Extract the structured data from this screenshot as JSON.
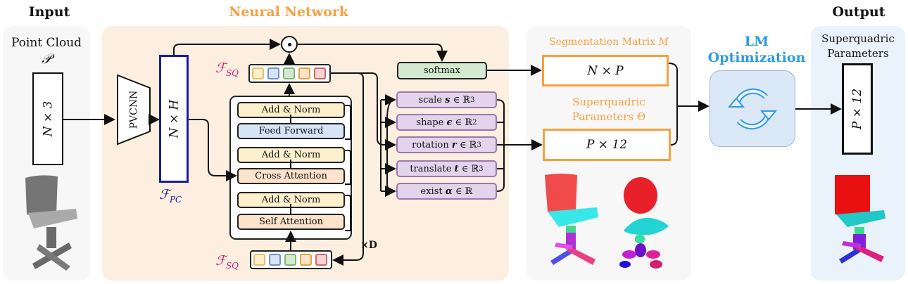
{
  "sections": {
    "input": "Input",
    "neural_network": "Neural Network",
    "lm_optimization_line1": "LM",
    "lm_optimization_line2": "Optimization",
    "output": "Output"
  },
  "input_panel": {
    "title": "Point Cloud",
    "symbol": "𝒫",
    "matrix": "N × 3",
    "image": "grayscale-chair-point-cloud"
  },
  "encoder": {
    "name": "PVCNN",
    "feature_matrix": "N × H",
    "feature_label": "ℱ",
    "feature_sub": "PC"
  },
  "tokens": {
    "label": "ℱ",
    "sub": "SQ",
    "colors": [
      {
        "fill": "#fdf0c8",
        "border": "#e2c26a"
      },
      {
        "fill": "#d6e4f7",
        "border": "#6e93c9"
      },
      {
        "fill": "#d4ead0",
        "border": "#7fb577"
      },
      {
        "fill": "#fde2c8",
        "border": "#e0a34a"
      },
      {
        "fill": "#f7d2d2",
        "border": "#c96a6a"
      }
    ]
  },
  "decoder": {
    "layers": [
      "Add & Norm",
      "Feed Forward",
      "Add & Norm",
      "Cross Attention",
      "Add & Norm",
      "Self Attention"
    ],
    "repeat": "×D"
  },
  "dot_product_symbol": "⊙",
  "heads": {
    "softmax": "softmax",
    "params": [
      {
        "name": "scale",
        "var": "s",
        "space": "ℝ",
        "exp": "3"
      },
      {
        "name": "shape",
        "var": "ϵ",
        "space": "ℝ",
        "exp": "2"
      },
      {
        "name": "rotation",
        "var": "r",
        "space": "ℝ",
        "exp": "3"
      },
      {
        "name": "translate",
        "var": "t",
        "space": "ℝ",
        "exp": "3"
      },
      {
        "name": "exist",
        "var": "α",
        "space": "ℝ",
        "exp": ""
      }
    ]
  },
  "outputs_nn": {
    "segmentation_title": "Segmentation Matrix",
    "segmentation_symbol": "M",
    "segmentation_matrix": "N × P",
    "sq_title_line1": "Superquadric",
    "sq_title_line2": "Parameters Θ",
    "sq_matrix": "P × 12",
    "images": [
      "segmented-chair-point-cloud",
      "superquadric-primitives"
    ]
  },
  "output_panel": {
    "title_line1": "Superquadric",
    "title_line2": "Parameters",
    "matrix": "P × 12",
    "image": "chair-with-fitted-superquadrics"
  },
  "colors": {
    "orange": "#f7a040",
    "blue_accent": "#2e9be6",
    "nn_bg": "#fcefe0",
    "neutral_bg": "#f7f7f7",
    "output_bg": "#eaf2fc",
    "pc_border": "#1c1c99",
    "magenta": "#cc1a7a"
  }
}
